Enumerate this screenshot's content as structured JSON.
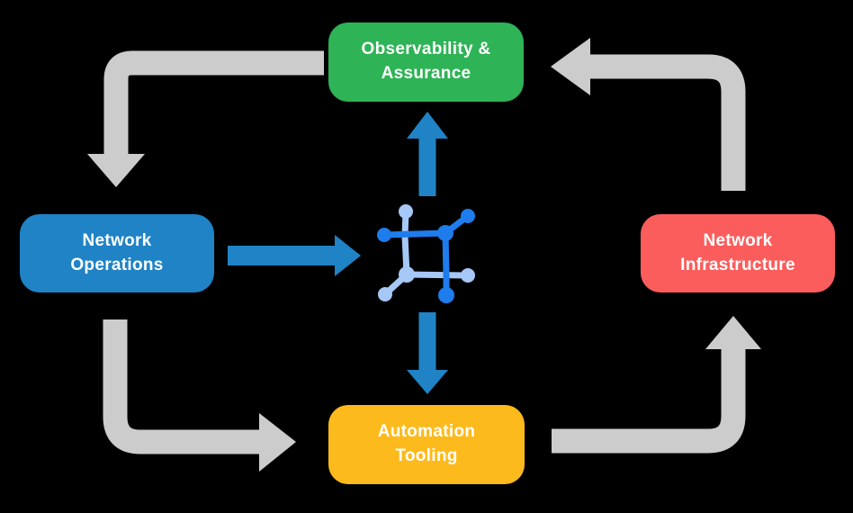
{
  "diagram": {
    "type": "cycle-flow-diagram",
    "nodes": {
      "top": {
        "line1": "Observability &",
        "line2": "Assurance",
        "color": "#2EB356"
      },
      "left": {
        "line1": "Network",
        "line2": "Operations",
        "color": "#1F83C5"
      },
      "right": {
        "line1": "Network",
        "line2": "Infrastructure",
        "color": "#FB5D5C"
      },
      "bottom": {
        "line1": "Automation",
        "line2": "Tooling",
        "color": "#FCBA1C"
      }
    },
    "arrows": {
      "cycle": [
        {
          "from": "Observability & Assurance",
          "to": "Network Operations"
        },
        {
          "from": "Network Operations",
          "to": "Automation Tooling"
        },
        {
          "from": "Automation Tooling",
          "to": "Network Infrastructure"
        },
        {
          "from": "Network Infrastructure",
          "to": "Observability & Assurance"
        }
      ],
      "flow": [
        {
          "from": "Network Operations",
          "to": "network-hub"
        },
        {
          "from": "network-hub",
          "to": "Observability & Assurance"
        },
        {
          "from": "network-hub",
          "to": "Automation Tooling"
        }
      ]
    },
    "colors": {
      "cycle_arrow": "#CCCCCC",
      "flow_arrow": "#1F83C5",
      "icon_dark_blue": "#1E7CEC",
      "icon_light_blue": "#A5C8F7",
      "label_text": "#FFFFFF",
      "background": "#000000"
    },
    "center_icon": "network-hub-icon"
  }
}
